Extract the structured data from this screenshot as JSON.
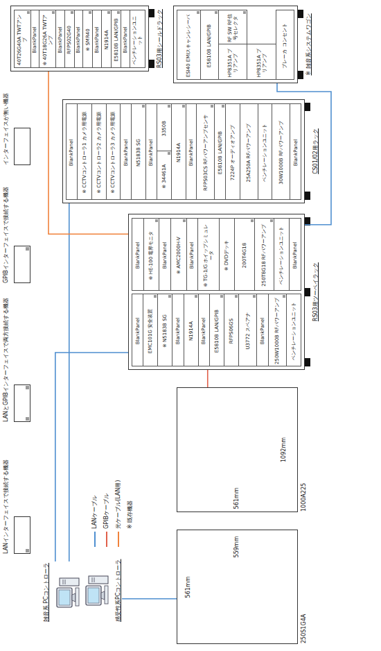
{
  "diagram": {
    "nodes": [
      {
        "text": [
          "雑音系 PCコントローラ"
        ]
      },
      {
        "text": [
          "感受性系PCコントローラ"
        ]
      },
      {
        "text": [
          "250S1G4A"
        ]
      },
      {
        "text": [
          "1000A225"
        ]
      },
      {
        "text": [
          "RS03用ツーベイラック"
        ]
      },
      {
        "text": [
          "BlankPanel"
        ],
        "in": 4
      },
      {
        "text": [
          "EMC101G 安全装置"
        ],
        "in": 4
      },
      {
        "text": [
          "※ N5183B SG"
        ],
        "in": 4
      },
      {
        "text": [
          "BlankPanel"
        ],
        "in": 4
      },
      {
        "text": [
          "N1914A"
        ],
        "in": 4
      },
      {
        "text": [
          "BlankPanel"
        ],
        "in": 4
      },
      {
        "text": [
          "E5810B LAN/GPIB"
        ],
        "in": 4
      },
      {
        "text": [
          "RFPS06GS"
        ],
        "in": 4
      },
      {
        "text": [
          "U3772 スペアナ"
        ],
        "in": 4
      },
      {
        "text": [
          "BlankPanel"
        ],
        "in": 4
      },
      {
        "text": [
          "250W1000B RFパワーアンプ"
        ],
        "in": 4
      },
      {
        "text": [
          "ベンチレーションユニット"
        ],
        "in": 4
      },
      {
        "text": [
          "BlankPanel"
        ],
        "in": 4
      },
      {
        "text": [
          "※ HE-100 電界モニタ"
        ],
        "in": 4
      },
      {
        "text": [
          "BlankPanel"
        ],
        "in": 4
      },
      {
        "text": [
          "※ AMC2000H-V"
        ],
        "in": 4
      },
      {
        "text": [
          "BlankPanel"
        ],
        "in": 4
      },
      {
        "text": [
          "※ TG-1/G ホイップシミュレータ"
        ],
        "in": 4
      },
      {
        "text": [
          "※ DVDデッキ"
        ],
        "in": 4
      },
      {
        "text": [
          "200T4G18"
        ],
        "in": 4
      },
      {
        "text": [
          "250T8G18 RFパワーアンプ"
        ],
        "in": 4
      },
      {
        "text": [
          "ベンチレーションユニット"
        ],
        "in": 4
      },
      {
        "text": [
          "BlankPanel"
        ],
        "in": 4
      },
      {
        "text": [
          "CS01/02用ラック"
        ]
      },
      {
        "text": [
          "BlankPanel"
        ],
        "in": 28
      },
      {
        "text": [
          "※ CCTVコントローラ1 カメラ用電源"
        ],
        "in": 28
      },
      {
        "text": [
          "※ CCTVコントローラ2 カメラ用電源"
        ],
        "in": 28
      },
      {
        "text": [
          "※ CCTVコントローラ3 カメラ用電源"
        ],
        "in": 28
      },
      {
        "text": [
          "BlankPanel"
        ],
        "in": 28
      },
      {
        "text": [
          "N5183B SG"
        ],
        "in": 28
      },
      {
        "text": [
          "BlankPanel"
        ],
        "in": 28
      },
      {
        "text": [
          "※ 34461A"
        ],
        "in": 28
      },
      {
        "text": [
          "3350B"
        ],
        "in": 28
      },
      {
        "text": [
          "N1914A"
        ],
        "in": 28
      },
      {
        "text": [
          "BlankPanel"
        ],
        "in": 28
      },
      {
        "text": [
          "RFPS03CS RFパワーアンプセンサ"
        ],
        "in": 28
      },
      {
        "text": [
          "E5810B LAN/GPIB"
        ],
        "in": 28
      },
      {
        "text": [
          "7224P オーディオアンプ"
        ],
        "in": 28
      },
      {
        "text": [
          "25A250A RFパワーアンプ"
        ],
        "in": 28
      },
      {
        "text": [
          "ベンチレーションユニット"
        ],
        "in": 28
      },
      {
        "text": [
          "30W1000B RFパワーアンプ"
        ],
        "in": 28
      },
      {
        "text": [
          "BlankPanel"
        ],
        "in": 28
      },
      {
        "text": [
          "RS03用シールドラック"
        ]
      },
      {
        "text": [
          "40T26G40A TWTアンプ"
        ],
        "in": 47
      },
      {
        "text": [
          "BlankPanel"
        ],
        "in": 47
      },
      {
        "text": [
          "※ 40T18G26A TWTアンプ"
        ],
        "in": 47
      },
      {
        "text": [
          "BlankPanel"
        ],
        "in": 47
      },
      {
        "text": [
          "RFPS02G40"
        ],
        "in": 47
      },
      {
        "text": [
          "BlankPanel"
        ],
        "in": 47
      },
      {
        "text": [
          "※ SMR40"
        ],
        "in": 47
      },
      {
        "text": [
          "BlankPanel"
        ],
        "in": 47
      },
      {
        "text": [
          "N1914A"
        ],
        "in": 47
      },
      {
        "text": [
          "E5810B LAN/GPIB"
        ],
        "in": 47
      },
      {
        "text": [
          "BlankPanel"
        ],
        "in": 47
      },
      {
        "text": [
          "ベンチレーションユニット"
        ],
        "in": 47
      },
      {
        "text": [
          "※ 雑音系システムワゴン"
        ]
      },
      {
        "text": [
          "ESI40 EMIスキャンレシーバ"
        ],
        "in": 60
      },
      {
        "text": [
          "E5810B LAN/GPIB"
        ],
        "in": 60
      },
      {
        "text": [
          "HP8351A プリアンプ"
        ],
        "in": 60
      },
      {
        "text": [
          "RF SW RF信号セレクタ"
        ],
        "in": 60
      },
      {
        "text": [
          "HP8351A プリアンプ"
        ],
        "in": 60
      },
      {
        "text": [
          "ブレーカ コンセント"
        ],
        "in": 60
      }
    ],
    "edges": [
      {
        "from": 0,
        "to": 4,
        "arrow": "none"
      },
      {
        "from": 1,
        "to": 2,
        "arrow": "none"
      },
      {
        "from": 0,
        "to": 28,
        "arrow": "none"
      },
      {
        "from": 4,
        "to": 3,
        "arrow": "none"
      },
      {
        "from": 4,
        "to": 47,
        "arrow": "none"
      },
      {
        "from": 4,
        "to": 60,
        "arrow": "none"
      }
    ],
    "labels": [
      "561mm",
      "559mm",
      "561mm",
      "1092mm"
    ],
    "legend": [
      {
        "text": "LANインターフェイスで接続する機器"
      },
      {
        "text": "LANとGPIBインターフェイスで両方接続する機器"
      },
      {
        "text": "GPIBインターフェイスで接続する機器"
      },
      {
        "text": "インターフェイスが無い機器"
      },
      {
        "text": "LANケーブル",
        "color": "#4f8fd0"
      },
      {
        "text": "GPIBケーブル",
        "color": "#e0604a"
      },
      {
        "text": "光ケーブル(LAN用)",
        "color": "#f0823c"
      },
      {
        "text": "※ 既存機器"
      }
    ]
  }
}
